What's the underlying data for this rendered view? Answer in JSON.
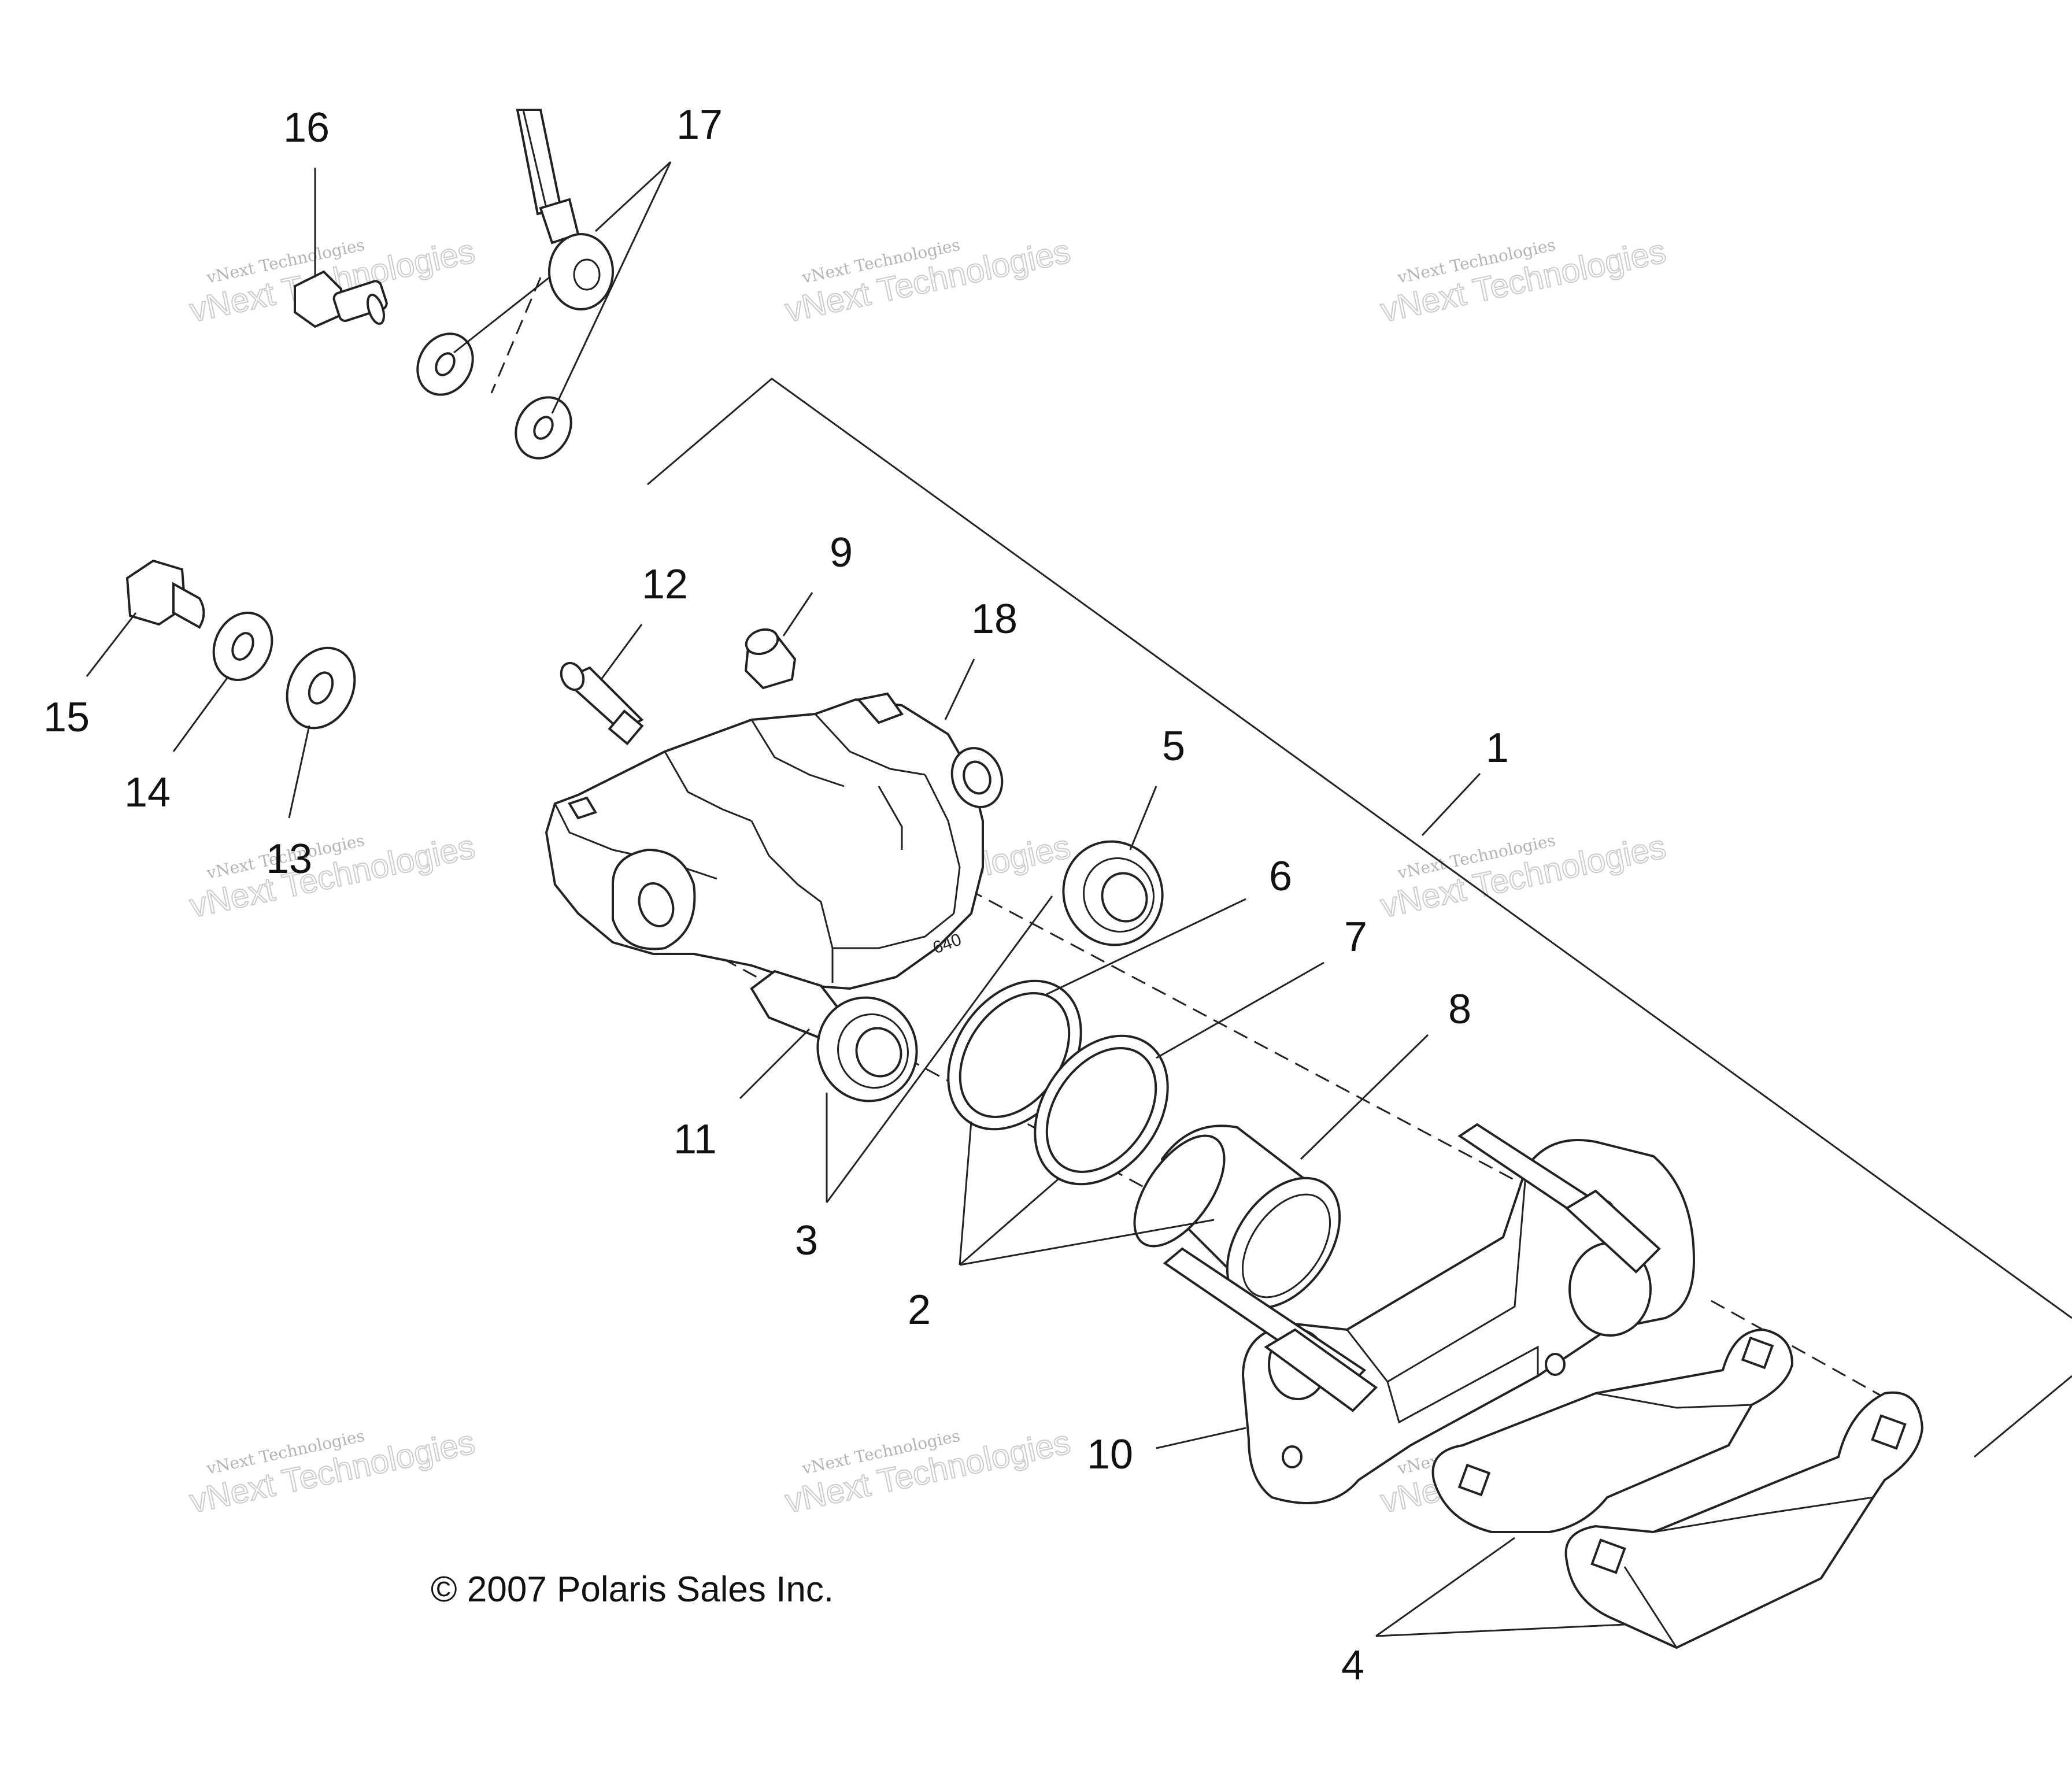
{
  "copyright": "© 2007 Polaris Sales Inc.",
  "watermark": {
    "line1": "vNext Technologies",
    "line2": "vNext Technologies"
  },
  "callouts": [
    "1",
    "2",
    "3",
    "4",
    "5",
    "6",
    "7",
    "8",
    "9",
    "10",
    "11",
    "12",
    "13",
    "14",
    "15",
    "16",
    "17",
    "18"
  ],
  "colors": {
    "ink": "#222222",
    "background": "#ffffff",
    "watermark": "#999999"
  }
}
